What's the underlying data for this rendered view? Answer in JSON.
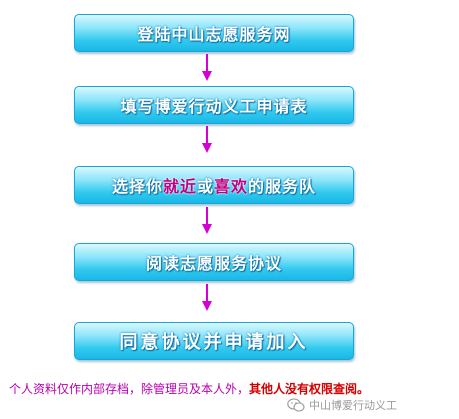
{
  "steps": [
    {
      "label": "登陆中山志愿服务网"
    },
    {
      "label": "填写博爱行动义工申请表"
    },
    {
      "label_parts": [
        "选择你",
        "就近",
        "或",
        "喜欢",
        "的服务队"
      ]
    },
    {
      "label": "阅读志愿服务协议"
    },
    {
      "label": "同意协议并申请加入"
    }
  ],
  "footer": {
    "part1": "个人资料仅作内部存档，除管理员及本人外，",
    "part2": "其他人没有权限查阅。"
  },
  "watermark": {
    "text": "中山博爱行动义工",
    "icon": "wechat-icon"
  },
  "colors": {
    "step_fill": "#33c9ef",
    "arrow": "#d400d4",
    "highlight": "#c00080",
    "footer_text": "#b800b0",
    "footer_emphasis": "#d40000"
  }
}
